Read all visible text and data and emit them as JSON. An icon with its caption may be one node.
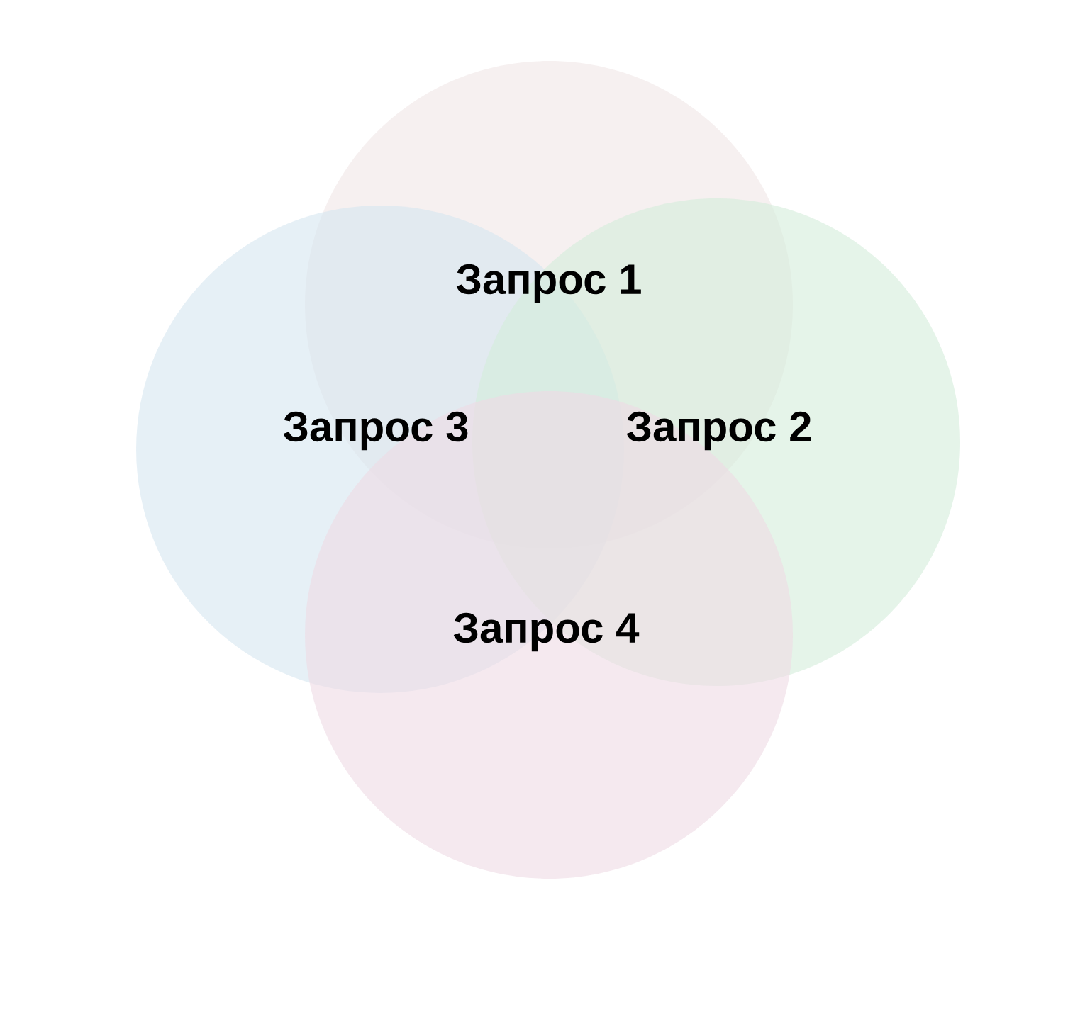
{
  "diagram": {
    "nodes": [
      {
        "text": [
          "Запрос 1"
        ]
      },
      {
        "text": [
          "Запрос 3"
        ]
      },
      {
        "text": [
          "Запрос 2"
        ]
      },
      {
        "text": [
          "Запрос 4"
        ]
      }
    ]
  }
}
